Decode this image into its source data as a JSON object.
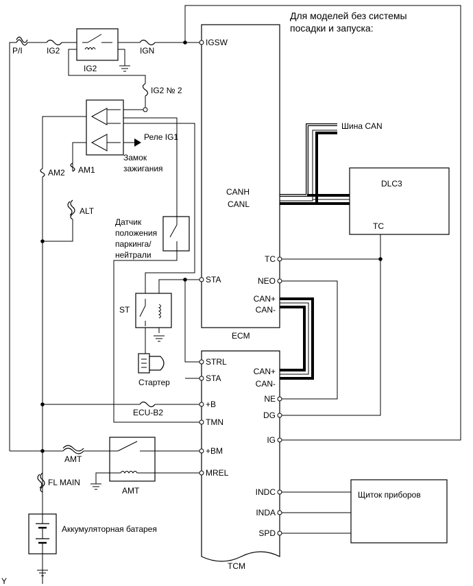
{
  "header_note": [
    "Для моделей без системы",
    "посадки и запуска:"
  ],
  "fuses": {
    "pi": "P/I",
    "ig2": "IG2",
    "ign": "IGN",
    "ig2_no2": "IG2 № 2",
    "am2": "AM2",
    "am1": "AM1",
    "alt": "ALT",
    "ecu_b2": "ECU-B2",
    "amt": "AMT",
    "fl_main": "FL MAIN"
  },
  "relays": {
    "ig2": "IG2",
    "st": "ST",
    "amt": "AMT",
    "ig1_arrow": "Реле IG1"
  },
  "switches": {
    "ignition": [
      "Замок",
      "зажигания"
    ],
    "park_neutral": [
      "Датчик",
      "положения",
      "паркинга/",
      "нейтрали"
    ]
  },
  "components": {
    "starter": "Стартер",
    "battery": "Аккумуляторная батарея",
    "dlc3": "DLC3",
    "cluster": "Щиток приборов",
    "can_bus": "Шина CAN",
    "ecm": "ECM",
    "tcm": "TCM",
    "corner_mark": "Y"
  },
  "ecm_pins": {
    "igsw": "IGSW",
    "canh": "CANH",
    "canl": "CANL",
    "tc": "TC",
    "sta": "STA",
    "neo": "NEO",
    "can_plus": "CAN+",
    "can_minus": "CAN-"
  },
  "tcm_pins": {
    "strl": "STRL",
    "sta": "STA",
    "b": "+B",
    "tmn": "TMN",
    "bm": "+BM",
    "mrel": "MREL",
    "can_plus": "CAN+",
    "can_minus": "CAN-",
    "ne": "NE",
    "dg": "DG",
    "ig": "IG",
    "indc": "INDC",
    "inda": "INDA",
    "spd": "SPD"
  },
  "dlc3_pins": {
    "tc": "TC"
  }
}
